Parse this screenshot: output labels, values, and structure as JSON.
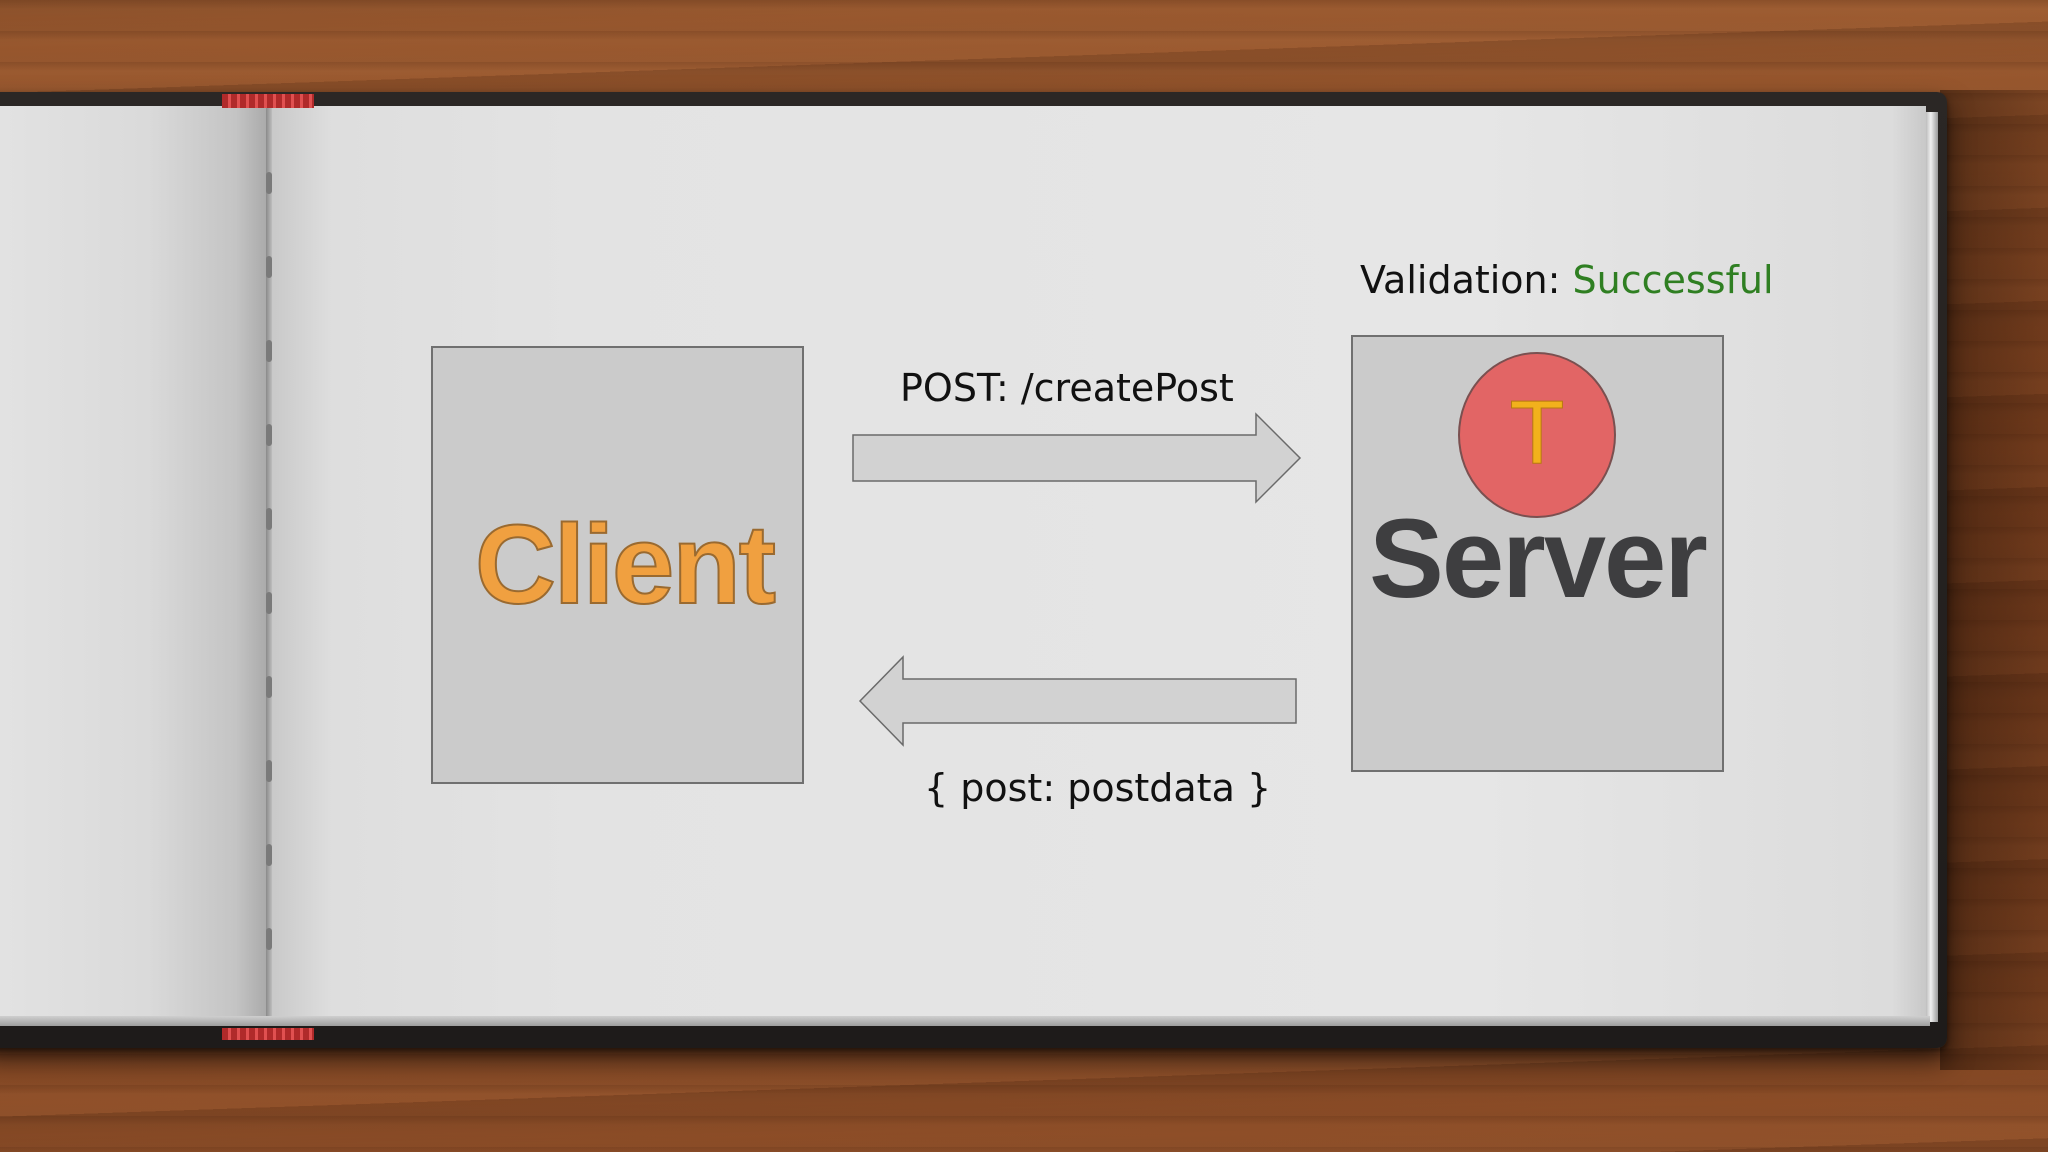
{
  "diagram": {
    "client": {
      "label": "Client"
    },
    "server": {
      "label": "Server",
      "token_letter": "T"
    },
    "request": {
      "label": "POST: /createPost",
      "direction": "client-to-server"
    },
    "response": {
      "label": "{ post: postdata }",
      "direction": "server-to-client"
    },
    "validation": {
      "prefix": "Validation:",
      "status": "Successful"
    }
  },
  "colors": {
    "client_text": "#f0a040",
    "server_text": "#3e3e40",
    "token_fill": "#e26565",
    "token_letter": "#f2b11c",
    "validation_success": "#2f7f22",
    "box_fill": "#cbcbcb",
    "arrow_fill": "#d2d2d2"
  }
}
